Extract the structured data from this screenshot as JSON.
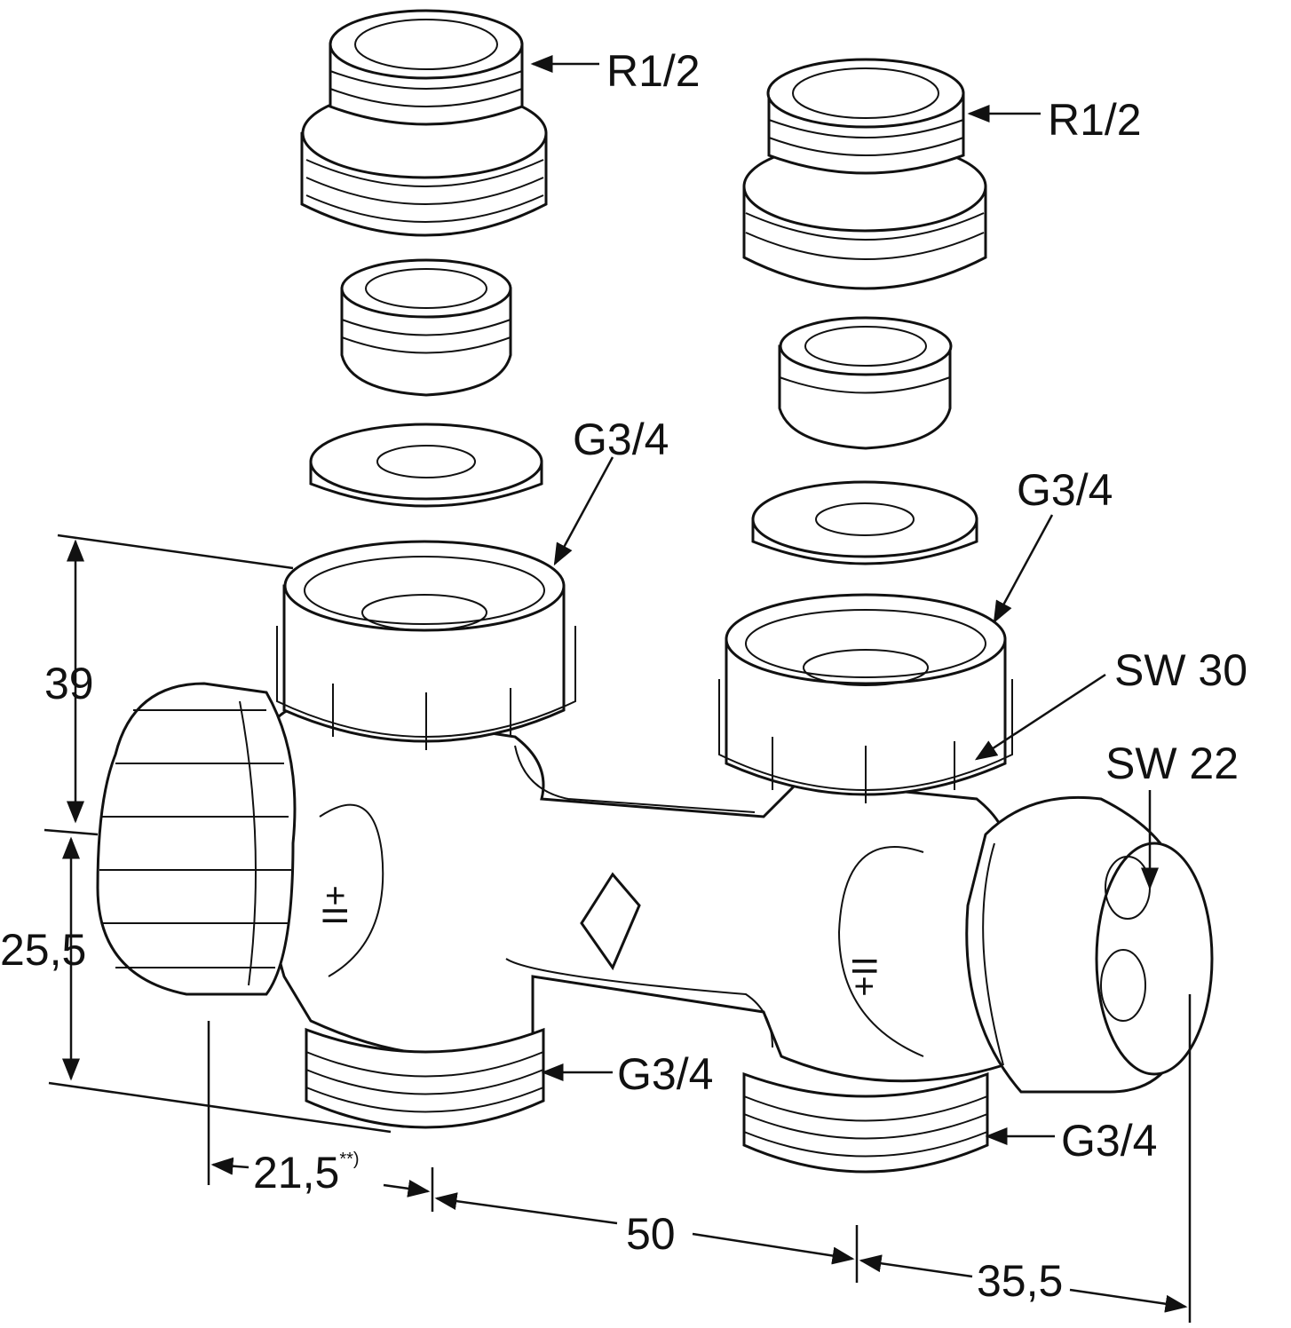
{
  "labels": {
    "thread_top_left": "R1/2",
    "thread_top_right": "R1/2",
    "nut_left": "G3/4",
    "nut_right": "G3/4",
    "wrench_nut": "SW 30",
    "wrench_cap": "SW 22",
    "outlet_left": "G3/4",
    "outlet_right": "G3/4",
    "body_markings": "II+"
  },
  "dimensions": {
    "height_upper": "39",
    "height_lower": "25,5",
    "width_left": "21,5",
    "width_left_note": "**)",
    "width_center": "50",
    "width_right": "35,5"
  }
}
